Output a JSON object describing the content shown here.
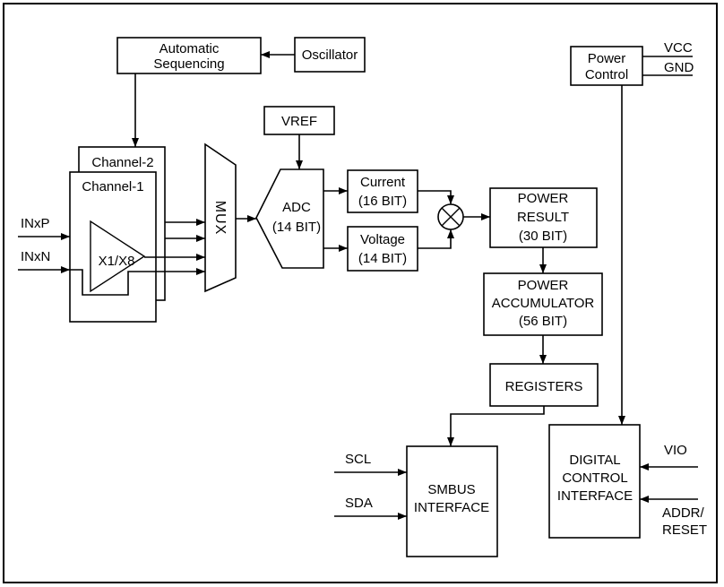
{
  "figure": {
    "type": "block-diagram",
    "colors": {
      "line": "#000000",
      "background": "#ffffff",
      "text": "#000000"
    }
  },
  "nodes": {
    "automatic_sequencing": {
      "lines": [
        "Automatic",
        "Sequencing"
      ]
    },
    "oscillator": {
      "label": "Oscillator"
    },
    "power_control": {
      "lines": [
        "Power",
        "Control"
      ]
    },
    "vref": {
      "label": "VREF"
    },
    "channel_2": {
      "label": "Channel-2"
    },
    "channel_1": {
      "label": "Channel-1"
    },
    "amplifier": {
      "label": "X1/X8"
    },
    "mux": {
      "label": "MUX"
    },
    "adc": {
      "lines": [
        "ADC",
        "(14 BIT)"
      ]
    },
    "current_result": {
      "lines": [
        "Current",
        "(16 BIT)"
      ]
    },
    "voltage_result": {
      "lines": [
        "Voltage",
        "(14 BIT)"
      ]
    },
    "power_result": {
      "lines": [
        "POWER",
        "RESULT",
        "(30 BIT)"
      ]
    },
    "power_accumulator": {
      "lines": [
        "POWER",
        "ACCUMULATOR",
        "(56 BIT)"
      ]
    },
    "registers": {
      "label": "REGISTERS"
    },
    "smbus_interface": {
      "lines": [
        "SMBUS",
        "INTERFACE"
      ]
    },
    "digital_control_interface": {
      "lines": [
        "DIGITAL",
        "CONTROL",
        "INTERFACE"
      ]
    }
  },
  "pins": {
    "inxp": "INxP",
    "inxn": "INxN",
    "vcc": "VCC",
    "gnd": "GND",
    "scl": "SCL",
    "sda": "SDA",
    "vio": "VIO",
    "addr_reset": [
      "ADDR/",
      "RESET"
    ]
  }
}
